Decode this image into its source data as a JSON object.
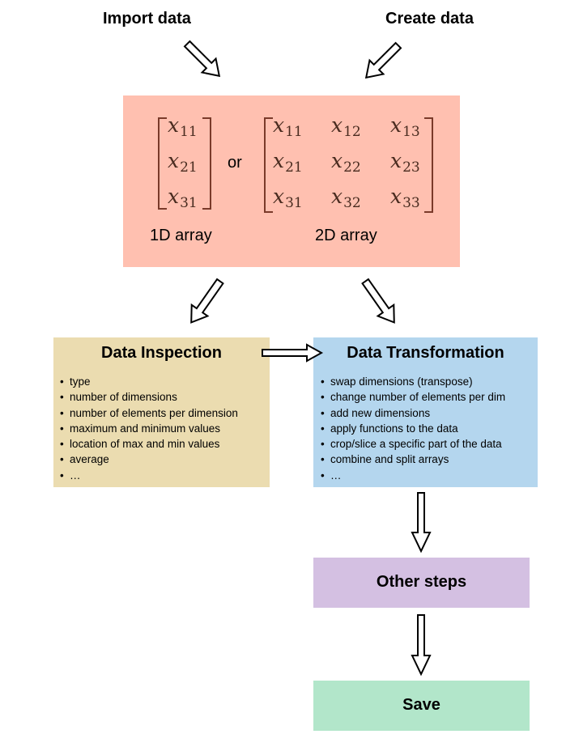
{
  "top": {
    "import_label": "Import data",
    "create_label": "Create data"
  },
  "array_box": {
    "color": "#ffc0b0",
    "one_d": {
      "cells": [
        [
          "x",
          "11"
        ],
        [
          "x",
          "21"
        ],
        [
          "x",
          "31"
        ]
      ],
      "label": "1D array"
    },
    "or_label": "or",
    "two_d": {
      "rows": [
        [
          [
            "x",
            "11"
          ],
          [
            "x",
            "12"
          ],
          [
            "x",
            "13"
          ]
        ],
        [
          [
            "x",
            "21"
          ],
          [
            "x",
            "22"
          ],
          [
            "x",
            "23"
          ]
        ],
        [
          [
            "x",
            "31"
          ],
          [
            "x",
            "32"
          ],
          [
            "x",
            "33"
          ]
        ]
      ],
      "label": "2D array"
    }
  },
  "inspection": {
    "title": "Data Inspection",
    "color": "#ebdcb0",
    "items": [
      "type",
      "number of dimensions",
      "number of elements per dimension",
      "maximum and minimum values",
      "location of max and min values",
      "average",
      "…"
    ]
  },
  "transformation": {
    "title": "Data Transformation",
    "color": "#b4d6ee",
    "items": [
      "swap dimensions (transpose)",
      "change number of elements per dim",
      "add new dimensions",
      "apply functions to the data",
      "crop/slice a specific part of the data",
      "combine and split arrays",
      "…"
    ]
  },
  "other_steps": {
    "title": "Other steps",
    "color": "#d4c0e2"
  },
  "save": {
    "title": "Save",
    "color": "#b2e6ca"
  }
}
